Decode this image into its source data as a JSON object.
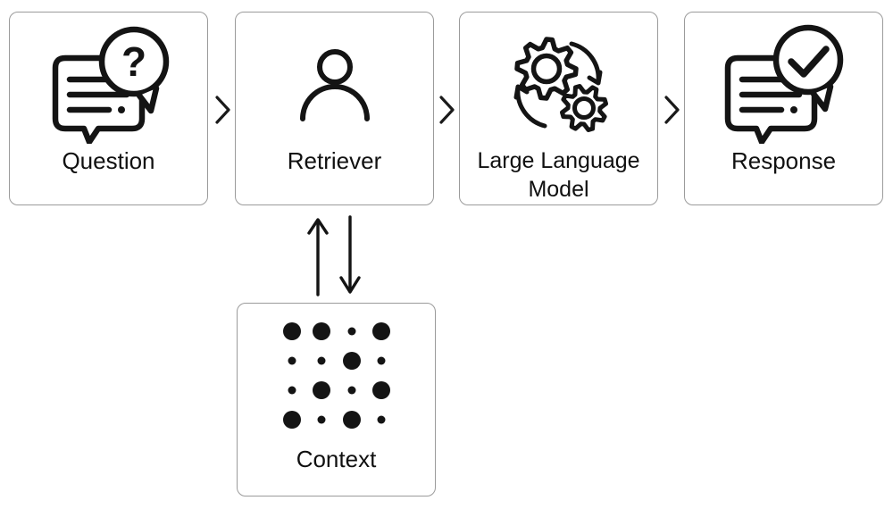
{
  "diagram": {
    "nodes": [
      {
        "id": "question",
        "label": "Question"
      },
      {
        "id": "retriever",
        "label": "Retriever"
      },
      {
        "id": "llm",
        "label": "Large Language Model"
      },
      {
        "id": "response",
        "label": "Response"
      },
      {
        "id": "context",
        "label": "Context"
      }
    ],
    "icons": [
      "question-chat-bubble-icon",
      "person-icon",
      "gears-cycle-icon",
      "response-check-bubble-icon",
      "dot-matrix-icon"
    ],
    "connectors": {
      "chevron_count": 3,
      "bidirectional_arrow": "between retriever and context"
    },
    "colors": {
      "icon_stroke": "#141414",
      "box_border": "#9b9b9b",
      "background": "#ffffff",
      "label_text": "#101010"
    }
  }
}
